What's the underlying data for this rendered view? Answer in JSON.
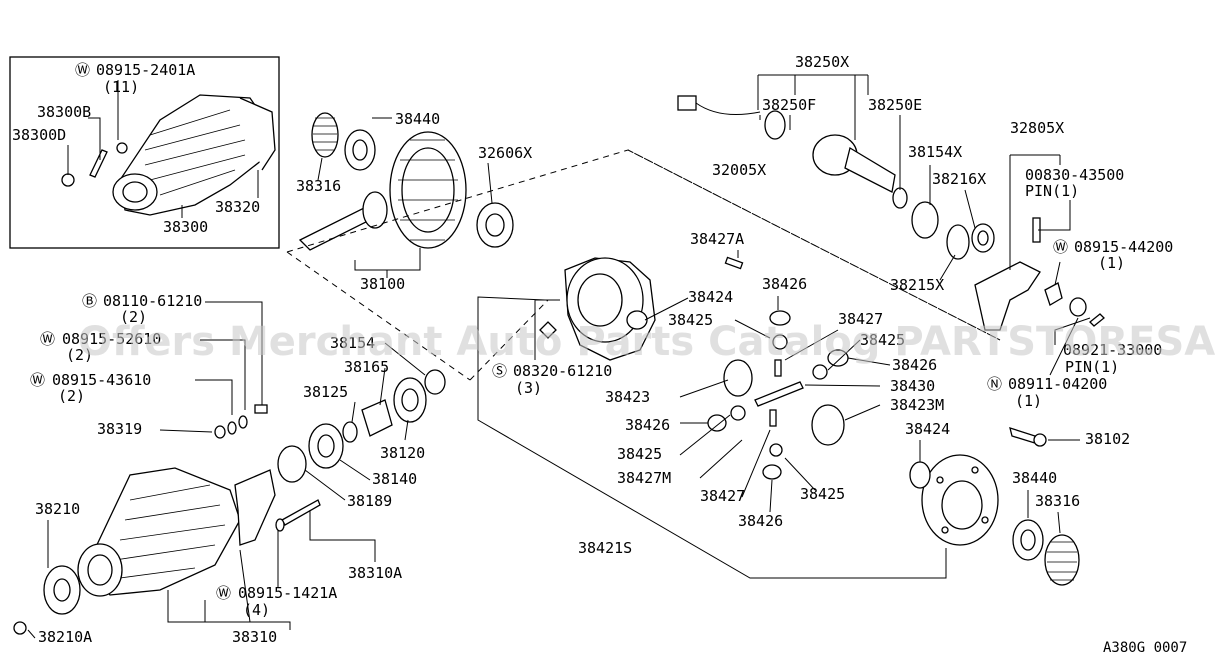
{
  "watermark": "Offers Merchant Auto Parts Catalog PARTSTORESA",
  "figure_code": "A380G 0007",
  "labels": {
    "w_08915_2401A": "08915-2401A",
    "q_11": "(11)",
    "p_38300B": "38300B",
    "p_38300D": "38300D",
    "p_38320": "38320",
    "p_38300": "38300",
    "p_38316_top": "38316",
    "p_38440_top": "38440",
    "p_32606X": "32606X",
    "p_38100": "38100",
    "p_38250X": "38250X",
    "p_38250F": "38250F",
    "p_38250E": "38250E",
    "p_32005X": "32005X",
    "p_38154X": "38154X",
    "p_38216X": "38216X",
    "p_38215X": "38215X",
    "p_32805X": "32805X",
    "p_00830_43500": "00830-43500",
    "pin_1a": "PIN(1)",
    "w_08915_44200": "08915-44200",
    "q_1a": "(1)",
    "p_08921_33000": "08921-33000",
    "pin_1b": "PIN(1)",
    "n_08911_04200": "08911-04200",
    "q_1b": "(1)",
    "p_38102": "38102",
    "p_38427A": "38427A",
    "p_38426_a": "38426",
    "p_38424_a": "38424",
    "p_38425_a": "38425",
    "p_38427_a": "38427",
    "p_38425_b": "38425",
    "p_38426_b": "38426",
    "s_08320_61210": "08320-61210",
    "q_3": "(3)",
    "p_38423": "38423",
    "p_38430": "38430",
    "p_38423M": "38423M",
    "p_38426_c": "38426",
    "p_38424_b": "38424",
    "p_38425_c": "38425",
    "p_38427M": "38427M",
    "p_38427_b": "38427",
    "p_38425_d": "38425",
    "p_38426_d": "38426",
    "p_38440_b": "38440",
    "p_38316_b": "38316",
    "p_38421S": "38421S",
    "b_08110_61210": "08110-61210",
    "q_2a": "(2)",
    "w_08915_52610": "08915-52610",
    "q_2b": "(2)",
    "w_08915_43610": "08915-43610",
    "q_2c": "(2)",
    "p_38319": "38319",
    "p_38154": "38154",
    "p_38165": "38165",
    "p_38125": "38125",
    "p_38120": "38120",
    "p_38140": "38140",
    "p_38189": "38189",
    "p_38210": "38210",
    "p_38310A": "38310A",
    "w_08915_1421A": "08915-1421A",
    "q_4": "(4)",
    "p_38310": "38310",
    "p_38210A": "38210A"
  },
  "prefix_marks": {
    "W": "W",
    "B": "B",
    "S": "S",
    "N": "N"
  }
}
